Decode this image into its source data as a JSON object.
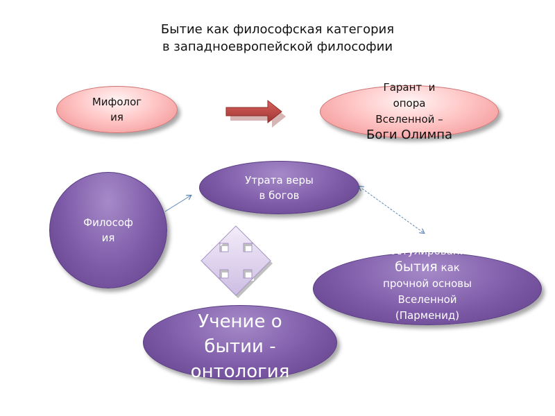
{
  "title": {
    "line1": "Бытие как философская категория",
    "line2": "в западноевропейской философии"
  },
  "nodes": {
    "mythology": {
      "line1": "Мифолог",
      "line2": "ия"
    },
    "guarantor": {
      "line1": "Гарант  и",
      "line2": "опора",
      "line3": "Вселенной –",
      "line4": "Боги Олимпа"
    },
    "loss_of_faith": {
      "line1": "Утрата веры",
      "line2": "в богов"
    },
    "philosophy": {
      "line1": "Философ",
      "line2": "ия"
    },
    "postulation": {
      "line1": "Постулирование",
      "line2a": "бытия",
      "line2b": " как",
      "line3": "прочной основы",
      "line4": "Вселенной",
      "line5": "(Парменид)"
    },
    "ontology": {
      "line1": "Учение о",
      "line2": "бытии -",
      "line3": "онтология"
    }
  },
  "colors": {
    "pink_fill": "#ffc6c6",
    "purple_fill": "#7e5ba8",
    "arrow_red": "#c0504d",
    "cross_fill": "#e3d8f0",
    "connector_blue": "#5b87b8"
  }
}
